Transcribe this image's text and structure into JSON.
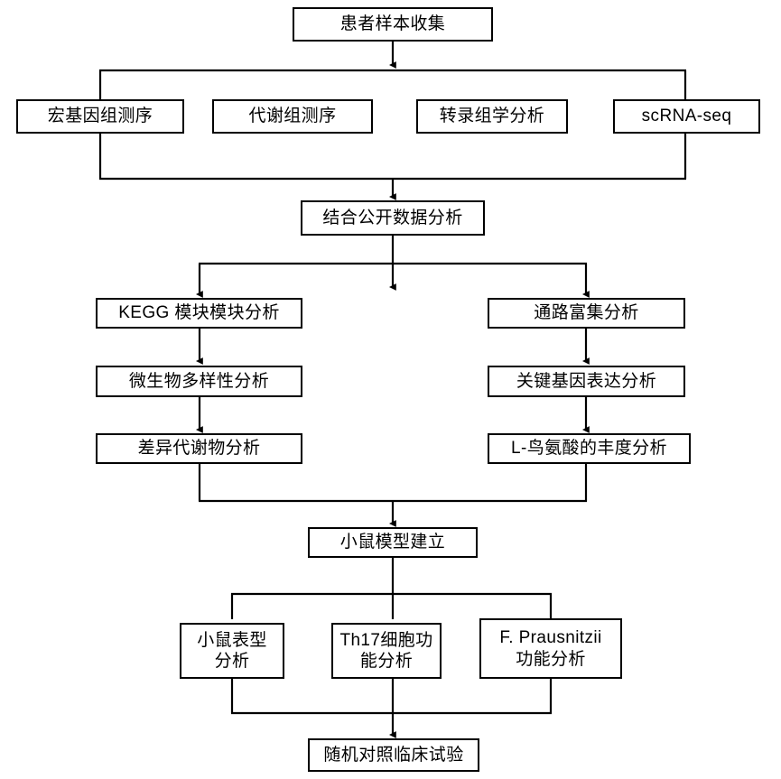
{
  "diagram": {
    "title_text": "",
    "type": "flowchart",
    "orientation": "top-to-bottom",
    "colors": {
      "background": "#ffffff",
      "box_border": "#000000",
      "box_fill": "#ffffff",
      "connector": "#000000",
      "text": "#000000"
    }
  },
  "nodes": {
    "root": {
      "label": "患者样本收集"
    },
    "omics": [
      {
        "label": "宏基因组测序"
      },
      {
        "label": "代谢组测序"
      },
      {
        "label": "转录组学分析"
      },
      {
        "label": "scRNA-seq"
      }
    ],
    "integration": {
      "label": "结合公开数据分析"
    },
    "left_branch": [
      {
        "label": "KEGG 模块模块分析"
      },
      {
        "label": "微生物多样性分析"
      },
      {
        "label": "差异代谢物分析"
      }
    ],
    "right_branch": [
      {
        "label": "通路富集分析"
      },
      {
        "label": "关键基因表达分析"
      },
      {
        "label": "L-鸟氨酸的丰度分析"
      }
    ],
    "mouse_model": {
      "label": "小鼠模型建立"
    },
    "assays": [
      {
        "label": "小鼠表型\n分析"
      },
      {
        "label": "Th17细胞功\n能分析"
      },
      {
        "label": "F. Prausnitzii\n功能分析"
      }
    ],
    "trial": {
      "label": "随机对照临床试验"
    }
  }
}
